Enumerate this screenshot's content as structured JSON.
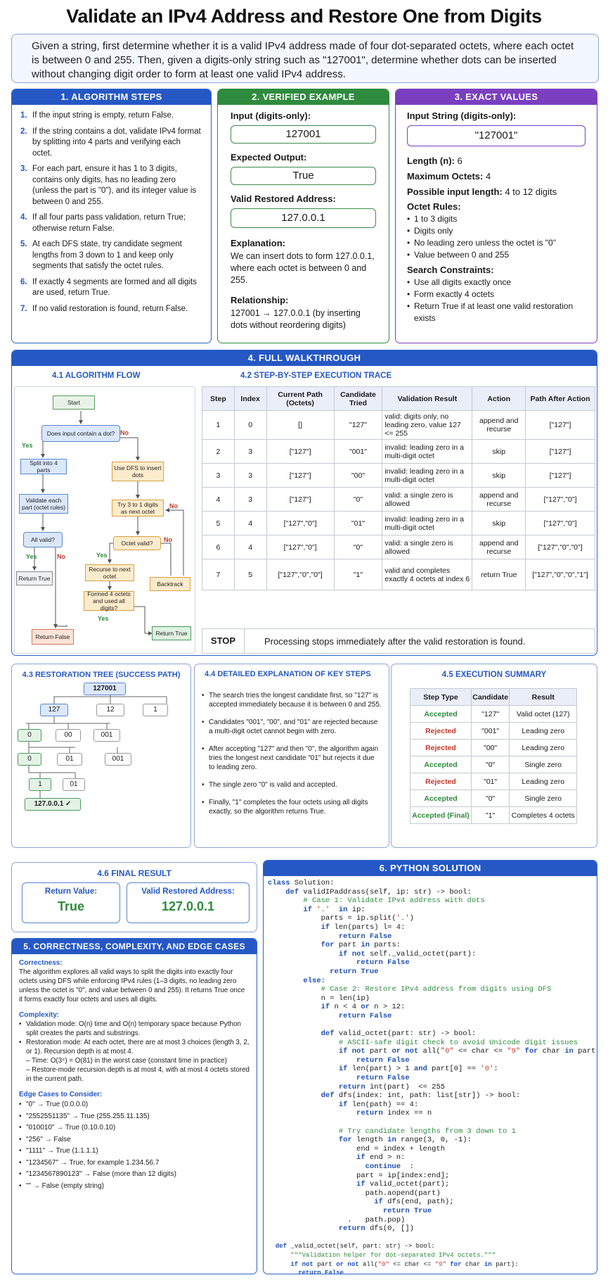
{
  "title": "Validate an IPv4 Address and Restore One from Digits",
  "intro": "Given a string, first determine whether it is a valid IPv4 address made of four dot-separated octets, where each octet is between 0 and 255. Then, given a digits-only string such as \"127001\", determine whether dots can be inserted without changing digit order to form at least one valid IPv4 address.",
  "s1": {
    "header": "1. ALGORITHM STEPS",
    "steps": [
      "If the input string is empty, return False.",
      "If the string contains a dot, validate IPv4 format by splitting into 4 parts and verifying each octet.",
      "For each part, ensure it has 1 to 3 digits, contains only digits, has no leading zero (unless the part is \"0\"), and its integer value is between 0 and 255.",
      "If all four parts pass validation, return True; otherwise return False.",
      "At each DFS state, try candidate segment lengths from 3 down to 1 and keep only segments that satisfy the octet rules.",
      "If exactly 4 segments are formed and all digits are used, return True.",
      "If no valid restoration is found, return False."
    ]
  },
  "s2": {
    "header": "2. VERIFIED EXAMPLE",
    "input_label": "Input (digits-only):",
    "input": "127001",
    "out_label": "Expected Output:",
    "out": "True",
    "addr_label": "Valid Restored Address:",
    "addr": "127.0.0.1",
    "exp_label": "Explanation:",
    "exp": "We can insert dots to form 127.0.0.1, where each octet is between 0 and 255.",
    "rel_label": "Relationship:",
    "rel": "127001 → 127.0.0.1 (by inserting dots without reordering digits)"
  },
  "s3": {
    "header": "3. EXACT VALUES",
    "input_label": "Input String (digits-only):",
    "input": "\"127001\"",
    "len_label": "Length (n):",
    "len": "6",
    "max_label": "Maximum Octets:",
    "max": "4",
    "poss_label": "Possible input length:",
    "poss": "4 to 12 digits",
    "rules_label": "Octet Rules:",
    "rules": [
      "1 to 3 digits",
      "Digits only",
      "No leading zero unless the octet is \"0\"",
      "Value between 0 and 255"
    ],
    "cons_label": "Search Constraints:",
    "cons": [
      "Use all digits exactly once",
      "Form exactly 4 octets",
      "Return True if at least one valid restoration exists"
    ]
  },
  "s4": {
    "header": "4. FULL WALKTHROUGH",
    "flow_title": "4.1  ALGORITHM FLOW",
    "flow": {
      "start": "Start",
      "q1": "Does input contain a dot?",
      "yes": "Yes",
      "no": "No",
      "split": "Split into 4 parts",
      "validate": "Validate each part (octet rules)",
      "allvalid": "All valid?",
      "rt1": "Return True",
      "rf": "Return False",
      "dfs": "Use DFS to insert dots",
      "try": "Try 3 to 1 digits as next octet",
      "octq": "Octet valid?",
      "recurse": "Recurse to next octet",
      "backtrack": "Backtrack",
      "formed": "Formed 4 octets and used all digits?",
      "rt2": "Return True"
    },
    "trace_title": "4.2  STEP-BY-STEP EXECUTION TRACE",
    "trace_headers": [
      "Step",
      "Index",
      "Current Path (Octets)",
      "Candidate Tried",
      "Validation Result",
      "Action",
      "Path After Action"
    ],
    "trace_rows": [
      [
        "1",
        "0",
        "[]",
        "\"127\"",
        "valid: digits only, no leading zero, value 127 <= 255",
        "append and recurse",
        "[\"127\"]"
      ],
      [
        "2",
        "3",
        "[\"127\"]",
        "\"001\"",
        "invalid: leading zero in a multi-digit octet",
        "skip",
        "[\"127\"]"
      ],
      [
        "3",
        "3",
        "[\"127\"]",
        "\"00\"",
        "invalid: leading zero in a multi-digit octet",
        "skip",
        "[\"127\"]"
      ],
      [
        "4",
        "3",
        "[\"127\"]",
        "\"0\"",
        "valid: a single zero is allowed",
        "append and recurse",
        "[\"127\",\"0\"]"
      ],
      [
        "5",
        "4",
        "[\"127\",\"0\"]",
        "\"01\"",
        "invalid: leading zero in a multi-digit octet",
        "skip",
        "[\"127\",\"0\"]"
      ],
      [
        "6",
        "4",
        "[\"127\",\"0\"]",
        "\"0\"",
        "valid: a single zero is allowed",
        "append and recurse",
        "[\"127\",\"0\",\"0\"]"
      ],
      [
        "7",
        "5",
        "[\"127\",\"0\",\"0\"]",
        "\"1\"",
        "valid and completes exactly 4 octets at index 6",
        "return True",
        "[\"127\",\"0\",\"0\",\"1\"]"
      ]
    ],
    "stop_label": "STOP",
    "stop_text": "Processing stops immediately after the valid restoration is found."
  },
  "s43": {
    "title": "4.3  RESTORATION TREE (SUCCESS PATH)",
    "root": "127001",
    "l1": [
      "127",
      "12",
      "1"
    ],
    "l2": [
      "0",
      "00",
      "001"
    ],
    "l3": [
      "0",
      "01",
      "001"
    ],
    "l4": [
      "1",
      "01"
    ],
    "final": "127.0.0.1 ✓"
  },
  "s44": {
    "title": "4.4  DETAILED EXPLANATION OF KEY STEPS",
    "items": [
      "The search tries the longest candidate first, so \"127\" is accepted immediately because it is between 0 and 255.",
      "Candidates \"001\", \"00\", and \"01\" are rejected because a multi-digit octet cannot begin with zero.",
      "After accepting \"127\" and then \"0\", the algorithm again tries the longest next candidate \"01\" but rejects it due to leading zero.",
      "The single zero \"0\" is valid and accepted.",
      "Finally, \"1\" completes the four octets using all digits exactly, so the algorithm returns True."
    ]
  },
  "s45": {
    "title": "4.5  EXECUTION SUMMARY",
    "headers": [
      "Step Type",
      "Candidate",
      "Result"
    ],
    "rows": [
      [
        "Accepted",
        "\"127\"",
        "Valid octet (127)"
      ],
      [
        "Rejected",
        "\"001\"",
        "Leading zero"
      ],
      [
        "Rejected",
        "\"00\"",
        "Leading zero"
      ],
      [
        "Accepted",
        "\"0\"",
        "Single zero"
      ],
      [
        "Rejected",
        "\"01\"",
        "Leading zero"
      ],
      [
        "Accepted",
        "\"0\"",
        "Single zero"
      ],
      [
        "Accepted (Final)",
        "\"1\"",
        "Completes 4 octets"
      ]
    ]
  },
  "s46": {
    "title": "4.6  FINAL RESULT",
    "rv_label": "Return Value:",
    "rv": "True",
    "addr_label": "Valid Restored Address:",
    "addr": "127.0.0.1"
  },
  "s5": {
    "header": "5. CORRECTNESS, COMPLEXITY, AND EDGE CASES",
    "corr_label": "Correctness:",
    "corr": "The algorithm explores all valid ways to split the digits into exactly four octets using DFS while enforcing IPv4 rules (1–3 digits, no leading zero unless the octet is \"0\", and value between 0 and 255). It returns True once it forms exactly four octets and uses all digits.",
    "comp_label": "Complexity:",
    "comp": [
      "Validation mode: O(n) time and O(n) temporary space because Python split creates the parts and substrings.",
      "Restoration mode: At each octet, there are at most 3 choices (length 3, 2, or 1). Recursion depth is at most 4."
    ],
    "comp_sub": [
      "– Time: O(3⁴) = O(81) in the worst case (constant time in practice)",
      "– Restore-mode recursion depth is at most 4, with at most 4 octets stored in the current path."
    ],
    "edge_label": "Edge Cases to Consider:",
    "edges": [
      "\"0\" → True (0.0.0.0)",
      "\"2552551135\" → True (255.255.11.135)",
      "\"010010\" → True (0.10.0.10)",
      "\"256\" → False",
      "\"1111\" → True (1.1.1.1)",
      "\"1234567\" → True, for example 1.234.56.7",
      "\"1234567890123\" → False (more than 12 digits)",
      "\"\" → False (empty string)"
    ]
  },
  "s6": {
    "header": "6. PYTHON SOLUTION"
  }
}
